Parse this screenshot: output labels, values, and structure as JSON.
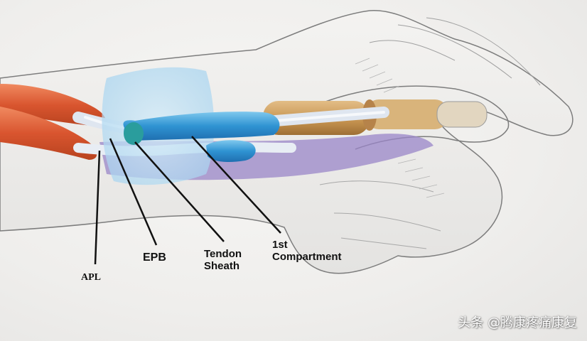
{
  "labels": {
    "apl": "APL",
    "epb": "EPB",
    "tendon_sheath": "Tendon\nSheath",
    "first_compartment": "1st\nCompartment"
  },
  "watermark": "头条 @腾康疼痛康复",
  "colors": {
    "muscle": "#e0603a",
    "tendon": "#e8eef6",
    "sheath": "#3b9fd6",
    "compartment": "#bfe0f4",
    "bone": "#c99a5c",
    "shadow": "#9a86c8",
    "sketch": "#8c8c8c"
  }
}
